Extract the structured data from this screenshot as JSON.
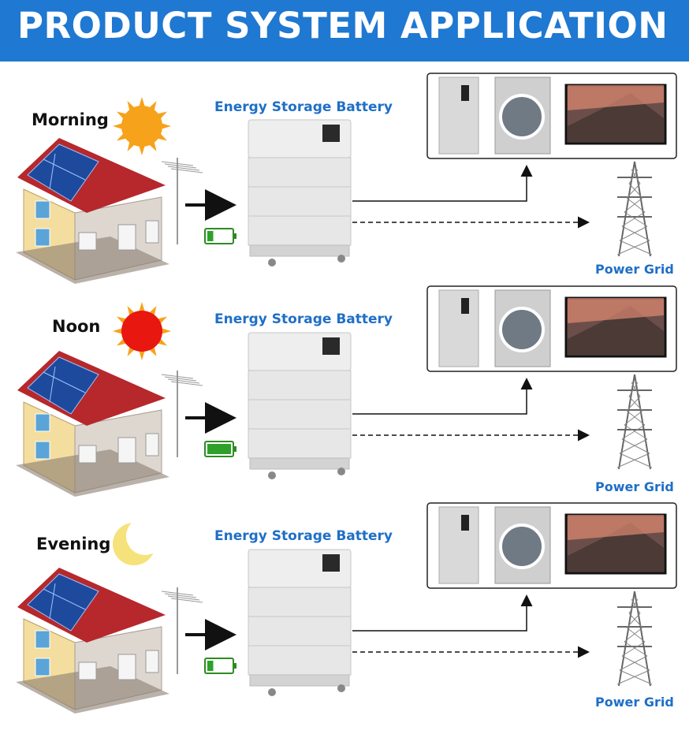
{
  "header": {
    "title": "PRODUCT SYSTEM APPLICATION"
  },
  "colors": {
    "header_bg": "#1f78d1",
    "label_blue": "#1f6fc7"
  },
  "panels": [
    {
      "time_label": "Morning",
      "time_icon": "sun-icon",
      "sun_color": "#f6a21a",
      "battery_caption": "Energy Storage Battery",
      "charge_fraction": 0.25,
      "grid_label": "Power Grid"
    },
    {
      "time_label": "Noon",
      "time_icon": "sun-icon",
      "sun_color": "#e8170f",
      "battery_caption": "Energy Storage Battery",
      "charge_fraction": 1.0,
      "grid_label": "Power Grid"
    },
    {
      "time_label": "Evening",
      "time_icon": "moon-icon",
      "sun_color": "#f5e27a",
      "battery_caption": "Energy Storage Battery",
      "charge_fraction": 0.25,
      "grid_label": "Power Grid"
    }
  ],
  "appliances": [
    "refrigerator-icon",
    "washing-machine-icon",
    "television-icon"
  ]
}
